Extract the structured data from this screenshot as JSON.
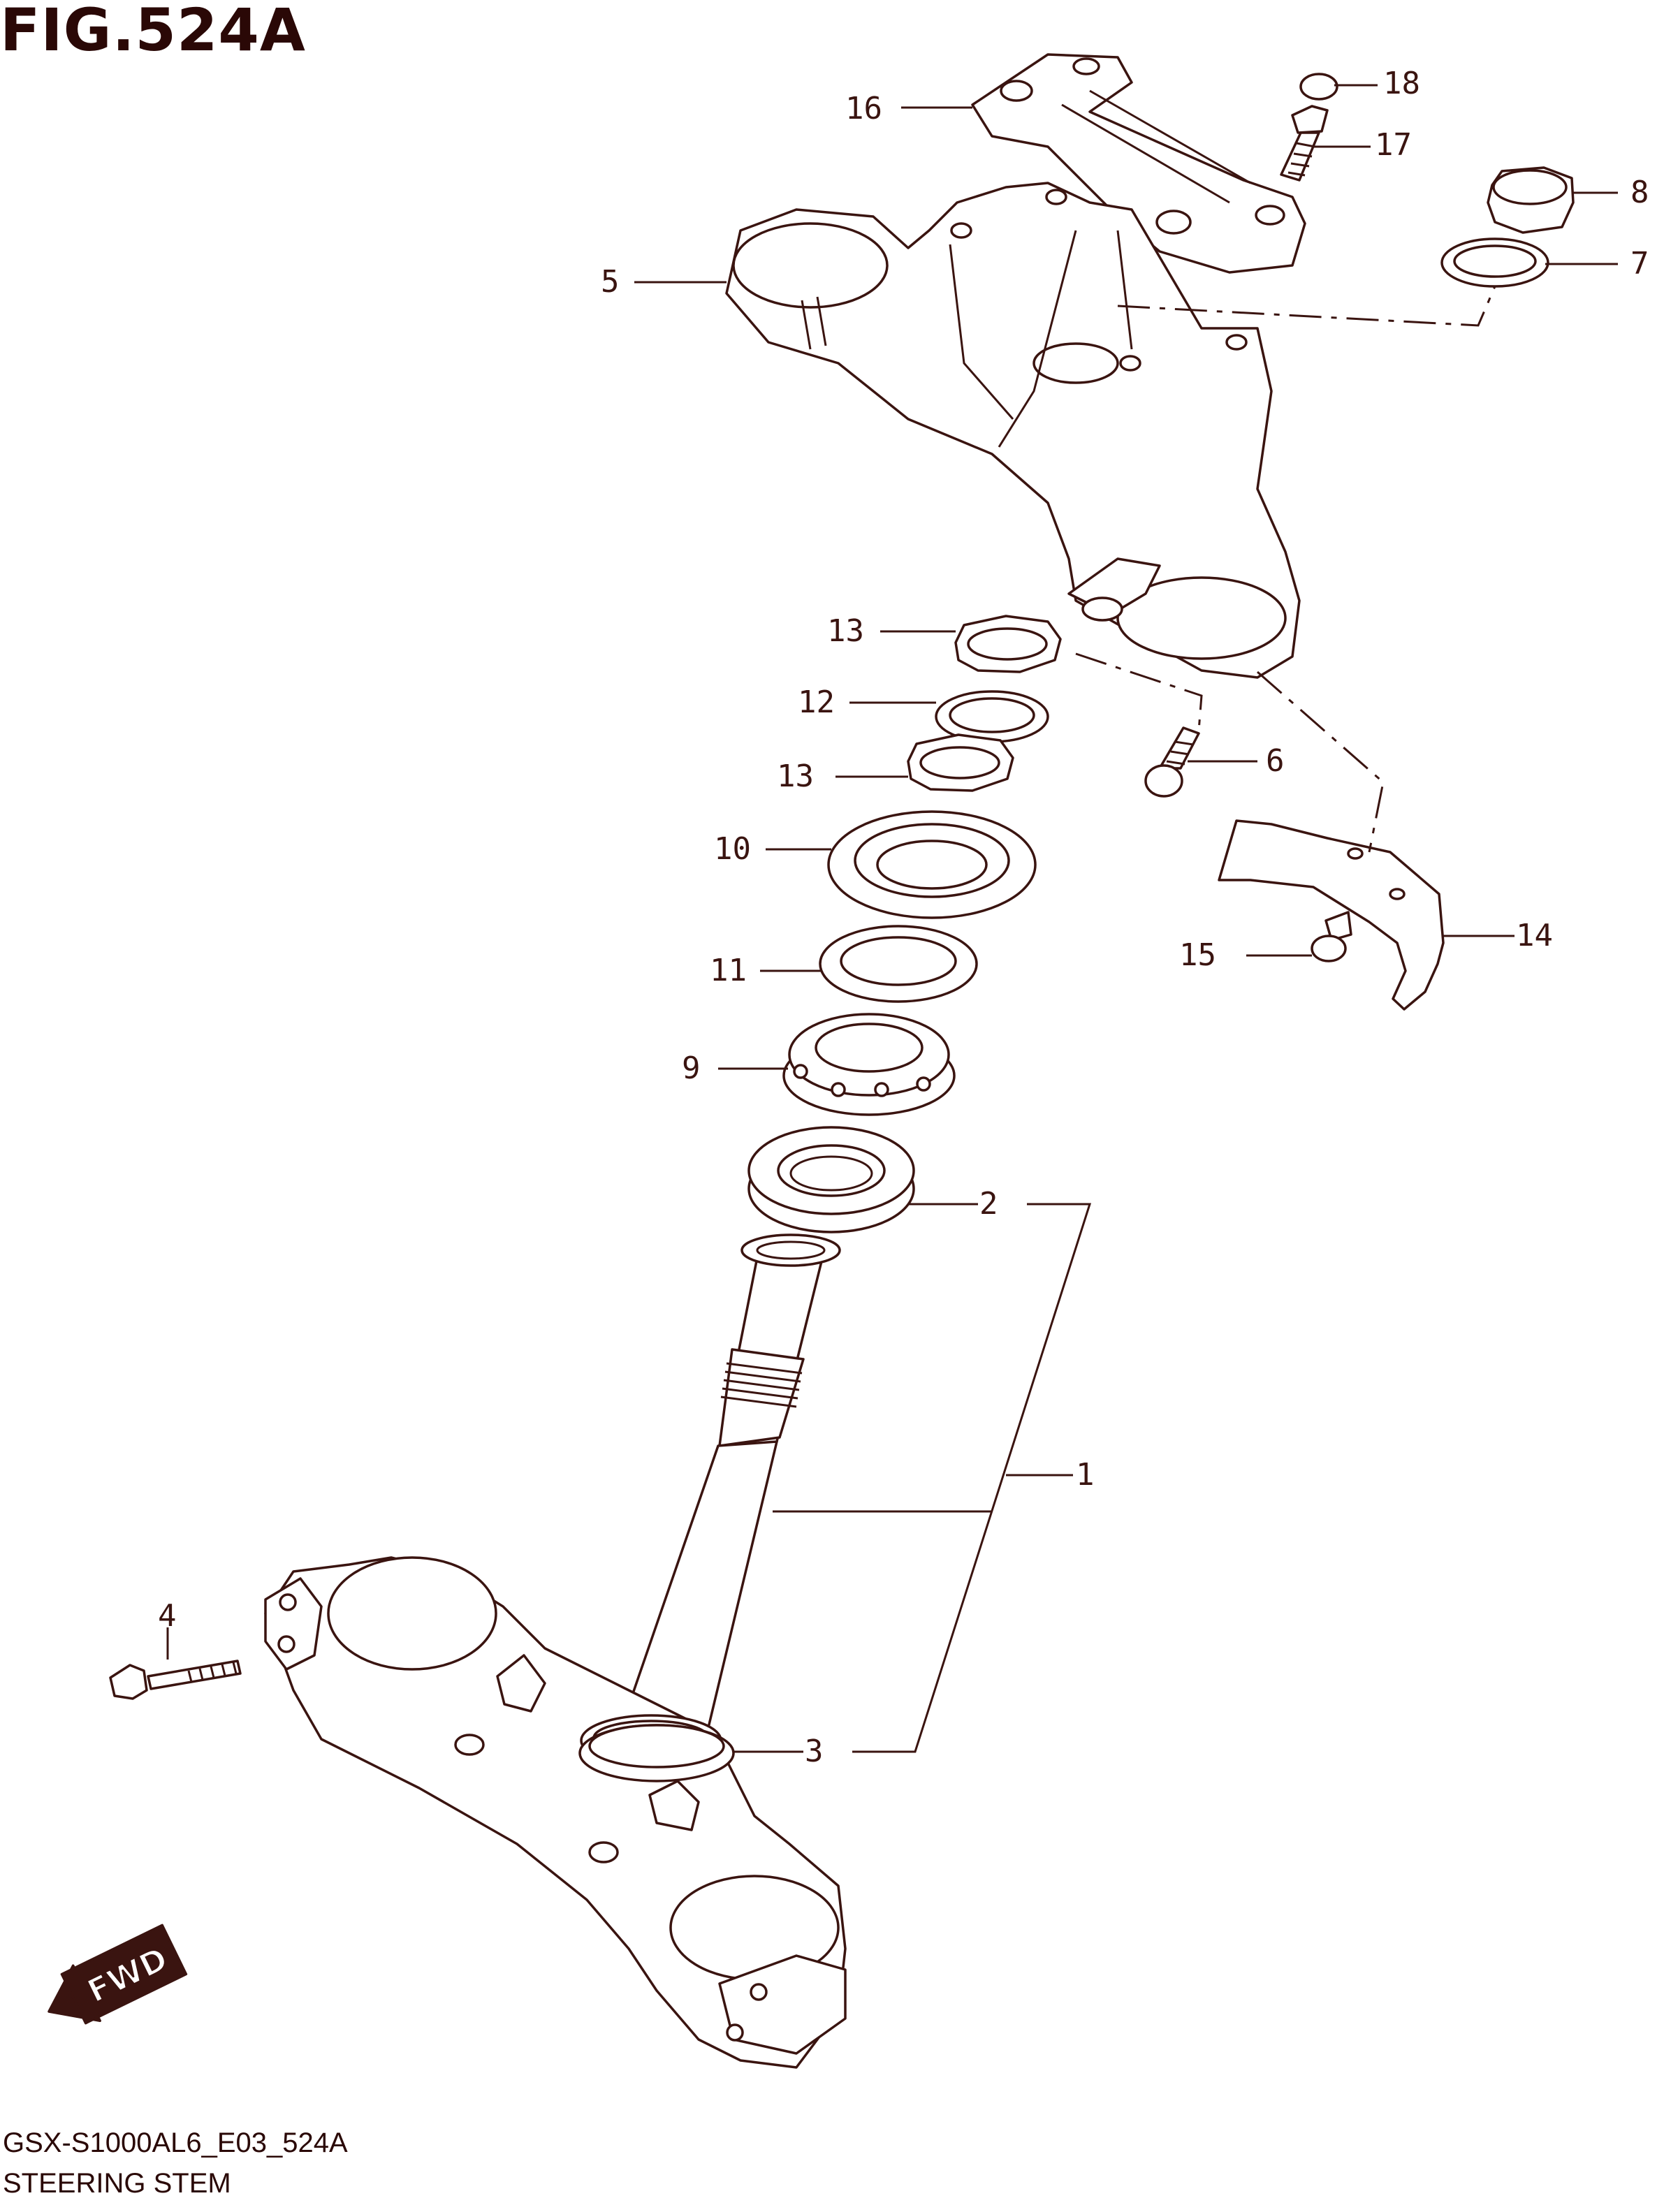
{
  "figure": {
    "title": "FIG.524A",
    "model_code": "GSX-S1000AL6_E03_524A",
    "caption": "STEERING STEM",
    "direction_label": "FWD"
  },
  "callouts": [
    "1",
    "2",
    "3",
    "4",
    "5",
    "6",
    "7",
    "8",
    "9",
    "10",
    "11",
    "12",
    "13",
    "13",
    "14",
    "15",
    "16",
    "17",
    "18"
  ],
  "colors": {
    "line": "#3a1410",
    "background": "#ffffff"
  }
}
